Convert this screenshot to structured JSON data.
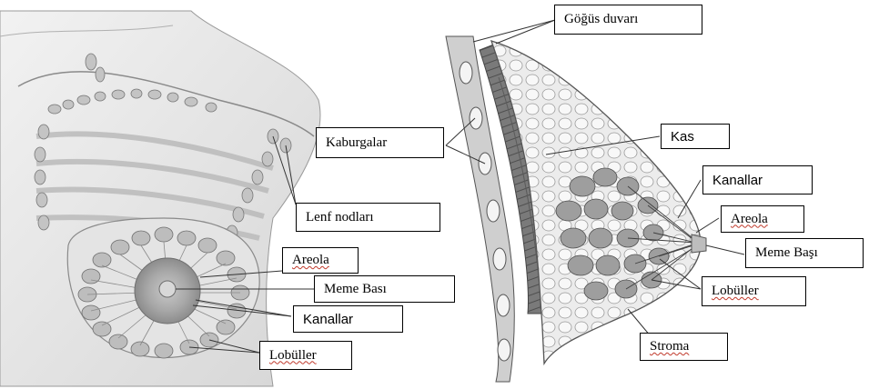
{
  "labels": {
    "gogus_duvari": "Göğüs duvarı",
    "kaburgalar": "Kaburgalar",
    "kas": "Kas",
    "kanallar_right": "Kanallar",
    "lenf_nodlari": "Lenf nodları",
    "areola_right": "Areola",
    "meme_basi_right": "Meme Başı",
    "areola_left": "Areola",
    "meme_basi_left": "Meme Bası",
    "lobuller_right": "Lobüller",
    "kanallar_left": "Kanallar",
    "stroma": "Stroma",
    "lobuller_left": "Lobüller"
  },
  "colors": {
    "background": "#ffffff",
    "tissue": "#dcdcdc",
    "tissue_dark": "#9a9a9a",
    "muscle": "#6e6e6e",
    "outline": "#555555",
    "leader": "#333333"
  }
}
